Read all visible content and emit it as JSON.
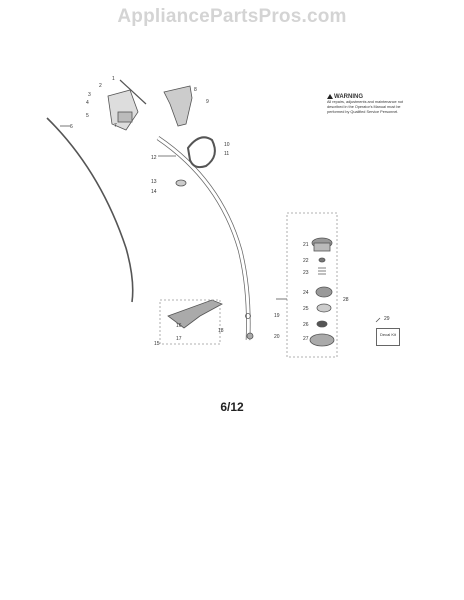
{
  "watermark": "AppliancePartsPros.com",
  "page_number": "6/12",
  "warning": {
    "title": "WARNING",
    "text": "All repairs, adjustments and maintenance not described in the Operator's Manual must be performed by Qualified Service Personnel."
  },
  "decal_kit": "Decal Kit",
  "callouts": [
    "1",
    "2",
    "3",
    "4",
    "5",
    "6",
    "7",
    "8",
    "9",
    "10",
    "11",
    "12",
    "13",
    "14",
    "15",
    "16",
    "17",
    "18",
    "19",
    "20",
    "21",
    "22",
    "23",
    "24",
    "25",
    "26",
    "27",
    "28",
    "29"
  ]
}
